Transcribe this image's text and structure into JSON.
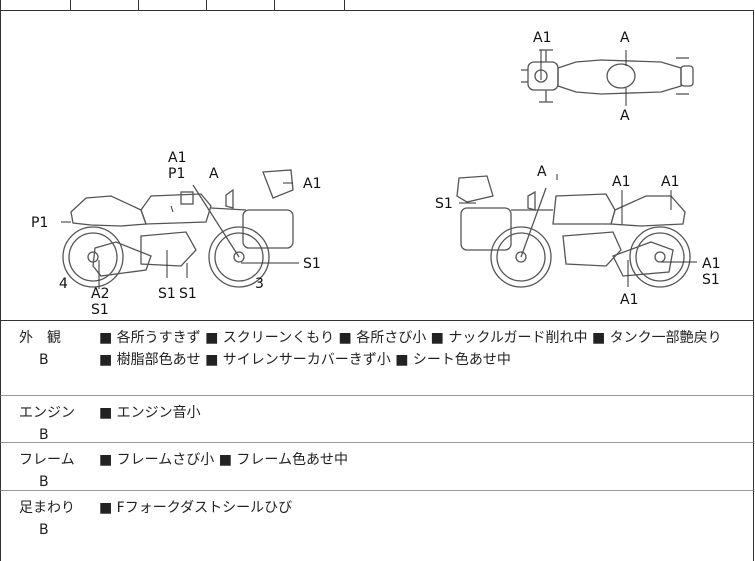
{
  "diagram": {
    "top_view_labels": [
      "A1",
      "A",
      "A"
    ],
    "left_view_labels": [
      "A1",
      "P1",
      "A",
      "A1",
      "P1",
      "4",
      "A2",
      "S1",
      "S1",
      "S1",
      "3",
      "S1"
    ],
    "right_view_labels": [
      "A",
      "A1",
      "A1",
      "S1",
      "A1",
      "S1",
      "A1"
    ]
  },
  "rows": [
    {
      "category": "外　観",
      "grade": "B",
      "description": "■ 各所うすきず ■ スクリーンくもり ■ 各所さび小 ■ ナックルガード削れ中 ■ タンク一部艶戻り ■ 樹脂部色あせ ■ サイレンサーカバーきず小 ■ シート色あせ中"
    },
    {
      "category": "エンジン",
      "grade": "B",
      "description": "■ エンジン音小"
    },
    {
      "category": "フレーム",
      "grade": "B",
      "description": "■ フレームさび小 ■ フレーム色あせ中"
    },
    {
      "category": "足まわり",
      "grade": "B",
      "description": "■ Fフォークダストシールひび"
    }
  ]
}
